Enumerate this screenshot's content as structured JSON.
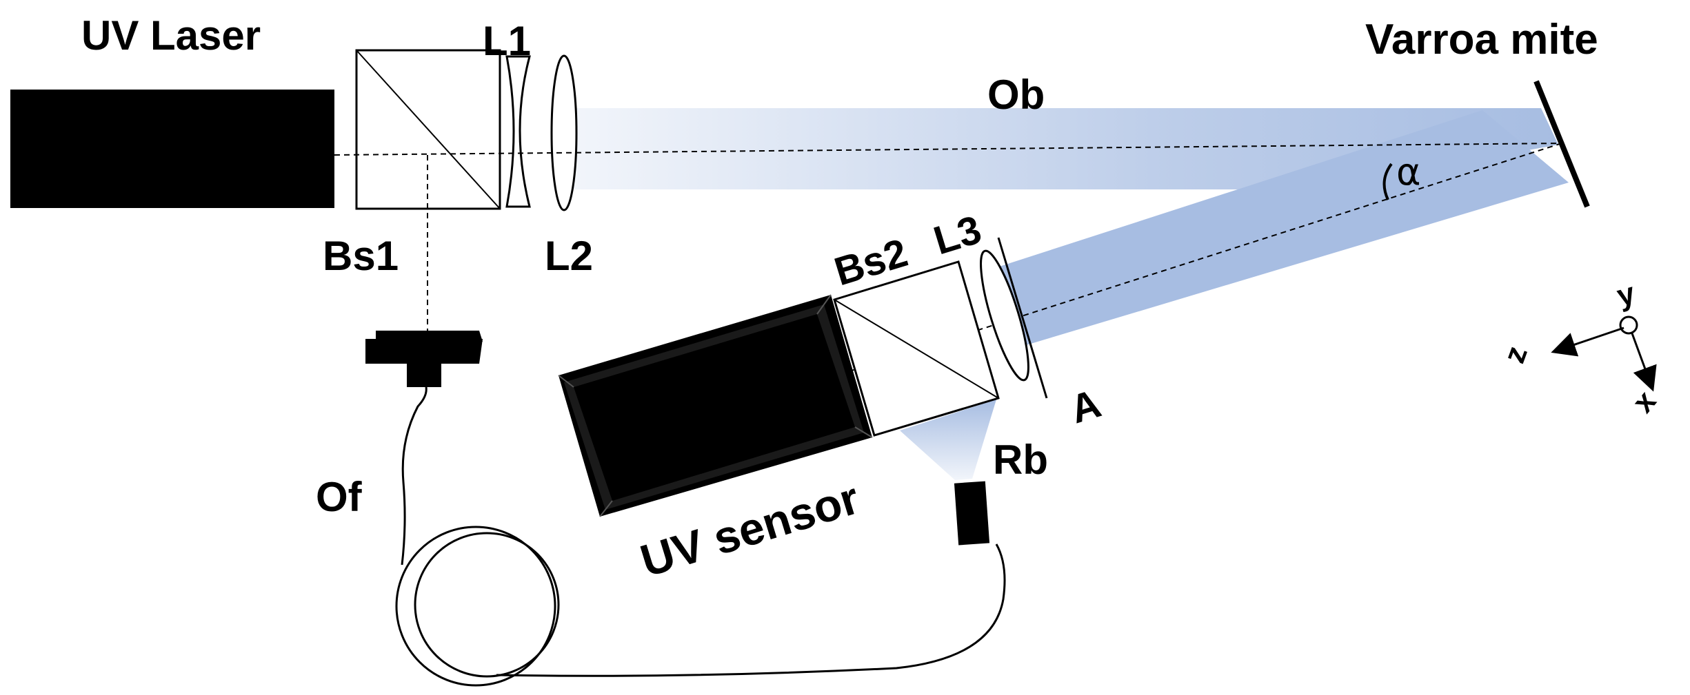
{
  "labels": {
    "uv_laser": "UV Laser",
    "l1": "L1",
    "l2": "L2",
    "l3": "L3",
    "bs1": "Bs1",
    "bs2": "Bs2",
    "ob": "Ob",
    "rb": "Rb",
    "of": "Of",
    "a": "A",
    "uv_sensor": "UV sensor",
    "varroa_mite": "Varroa mite",
    "alpha": "α",
    "axis_x": "x",
    "axis_y": "y",
    "axis_z": "z"
  },
  "colors": {
    "beam": "#a7bde2",
    "ink": "#000000",
    "background": "#ffffff"
  }
}
